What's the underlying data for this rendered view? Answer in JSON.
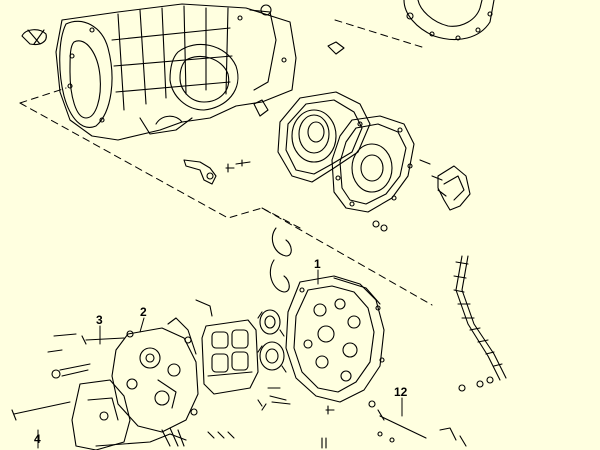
{
  "diagram": {
    "callouts": [
      {
        "id": "1",
        "label": "1"
      },
      {
        "id": "2",
        "label": "2"
      },
      {
        "id": "3",
        "label": "3"
      },
      {
        "id": "4",
        "label": "4"
      },
      {
        "id": "12",
        "label": "12"
      }
    ]
  },
  "colors": {
    "background": "#ffffe0",
    "ink": "#000000"
  }
}
